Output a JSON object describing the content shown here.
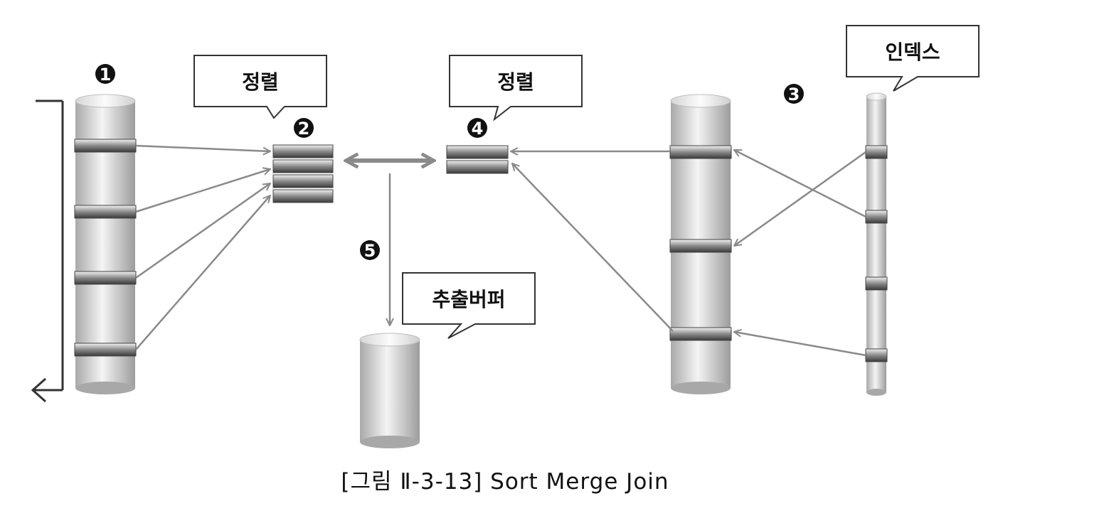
{
  "callouts": {
    "sort_left": "정렬",
    "sort_right": "정렬",
    "index": "인덱스",
    "output_buffer": "추출버퍼"
  },
  "steps": {
    "s1": "1",
    "s2": "2",
    "s3": "3",
    "s4": "4",
    "s5": "5"
  },
  "caption": "[그림 Ⅱ-3-13] Sort Merge Join"
}
